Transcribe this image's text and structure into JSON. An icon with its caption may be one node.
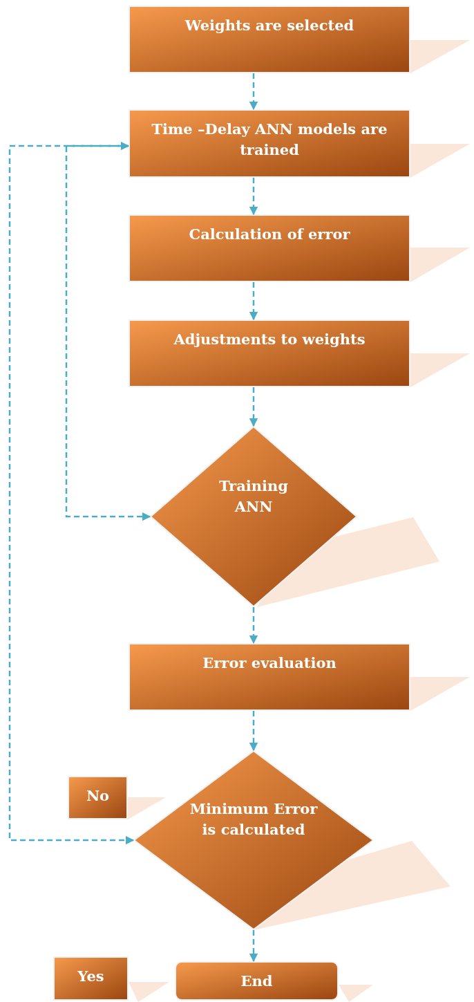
{
  "diagram": {
    "nodes": [
      {
        "text": [
          "Weights are selected"
        ]
      },
      {
        "text": [
          "Time –Delay ANN models are trained"
        ]
      },
      {
        "text": [
          "Calculation of error"
        ]
      },
      {
        "text": [
          "Adjustments to weights"
        ]
      },
      {
        "text": [
          "Training ANN"
        ]
      },
      {
        "text": [
          "Error evaluation"
        ]
      },
      {
        "text": [
          "No"
        ]
      },
      {
        "text": [
          "Minimum Error is calculated"
        ]
      },
      {
        "text": [
          "Yes"
        ]
      },
      {
        "text": [
          "End"
        ]
      }
    ],
    "edges": [
      {
        "from": 0,
        "to": 1,
        "arrow": "to"
      },
      {
        "from": 1,
        "to": 2,
        "arrow": "to"
      },
      {
        "from": 2,
        "to": 3,
        "arrow": "to"
      },
      {
        "from": 3,
        "to": 4,
        "arrow": "to"
      },
      {
        "from": 4,
        "to": 5,
        "arrow": "to"
      },
      {
        "from": 5,
        "to": 7,
        "arrow": "to"
      },
      {
        "from": 7,
        "to": 9,
        "arrow": "to"
      },
      {
        "from": 7,
        "to": 1,
        "arrow": "both"
      },
      {
        "from": 1,
        "to": 4,
        "arrow": "to"
      }
    ]
  }
}
